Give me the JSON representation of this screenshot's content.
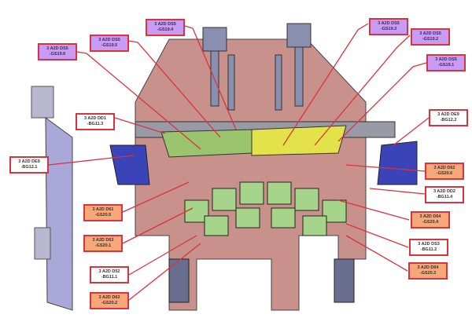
{
  "labels": [
    {
      "id": "ds5-gs19-6",
      "line1": "3 A2D DS5",
      "line2": "-GS19.6",
      "kind": "purple"
    },
    {
      "id": "ds5-gs19-5",
      "line1": "3 A2D DS5",
      "line2": "-GS19.5",
      "kind": "purple"
    },
    {
      "id": "ds5-gs19-4",
      "line1": "3 A2D DS5",
      "line2": "-GS19.4",
      "kind": "purple"
    },
    {
      "id": "ds5-gs19-3",
      "line1": "3 A2D DS5",
      "line2": "-GS19.3",
      "kind": "purple"
    },
    {
      "id": "ds5-gs19-2",
      "line1": "3 A2D DS5",
      "line2": "-GS19.2",
      "kind": "purple"
    },
    {
      "id": "ds5-gs19-1",
      "line1": "3 A2D DS5",
      "line2": "-GS19.1",
      "kind": "purple"
    },
    {
      "id": "dd1-bg11-3",
      "line1": "3 A2D DD1",
      "line2": "-BG11.3",
      "kind": "white"
    },
    {
      "id": "de9-bg12-1",
      "line1": "3 A2D DE9",
      "line2": "-BG12.1",
      "kind": "white"
    },
    {
      "id": "de9-bg12-2",
      "line1": "3 A2D DE9",
      "line2": "-BG12.2",
      "kind": "white"
    },
    {
      "id": "d62-gs20-6",
      "line1": "3 A2D D62",
      "line2": "-GS20.6",
      "kind": "orange"
    },
    {
      "id": "dd2-bg11-4",
      "line1": "3 A2D DD2",
      "line2": "-BG11.4",
      "kind": "white"
    },
    {
      "id": "d61-gs20-5",
      "line1": "3 A2D D61",
      "line2": "-GS20.5",
      "kind": "orange"
    },
    {
      "id": "d63-gs20-1",
      "line1": "3 A2D D63",
      "line2": "-GS20.1",
      "kind": "orange"
    },
    {
      "id": "d52-bg11-1",
      "line1": "3 A2D D52",
      "line2": "-BG11.1",
      "kind": "white"
    },
    {
      "id": "d63-gs20-2",
      "line1": "3 A2D D63",
      "line2": "-GS20.2",
      "kind": "orange"
    },
    {
      "id": "d64-gs20-4",
      "line1": "3 A2D D64",
      "line2": "-GS20.4",
      "kind": "orange"
    },
    {
      "id": "ds3-bg11-2",
      "line1": "3 A2D DS3",
      "line2": "-BG11.2",
      "kind": "white"
    },
    {
      "id": "d64-gs20-3",
      "line1": "3 A2D D64",
      "line2": "-GS20.3",
      "kind": "orange"
    }
  ],
  "colors": {
    "leader": "#d9333f",
    "plate": "#c9918b",
    "purple": "#c89cf4",
    "orange": "#f7a878",
    "blue": "#3a44b8",
    "green": "#8fbf6a",
    "yellow": "#e4e24a"
  }
}
